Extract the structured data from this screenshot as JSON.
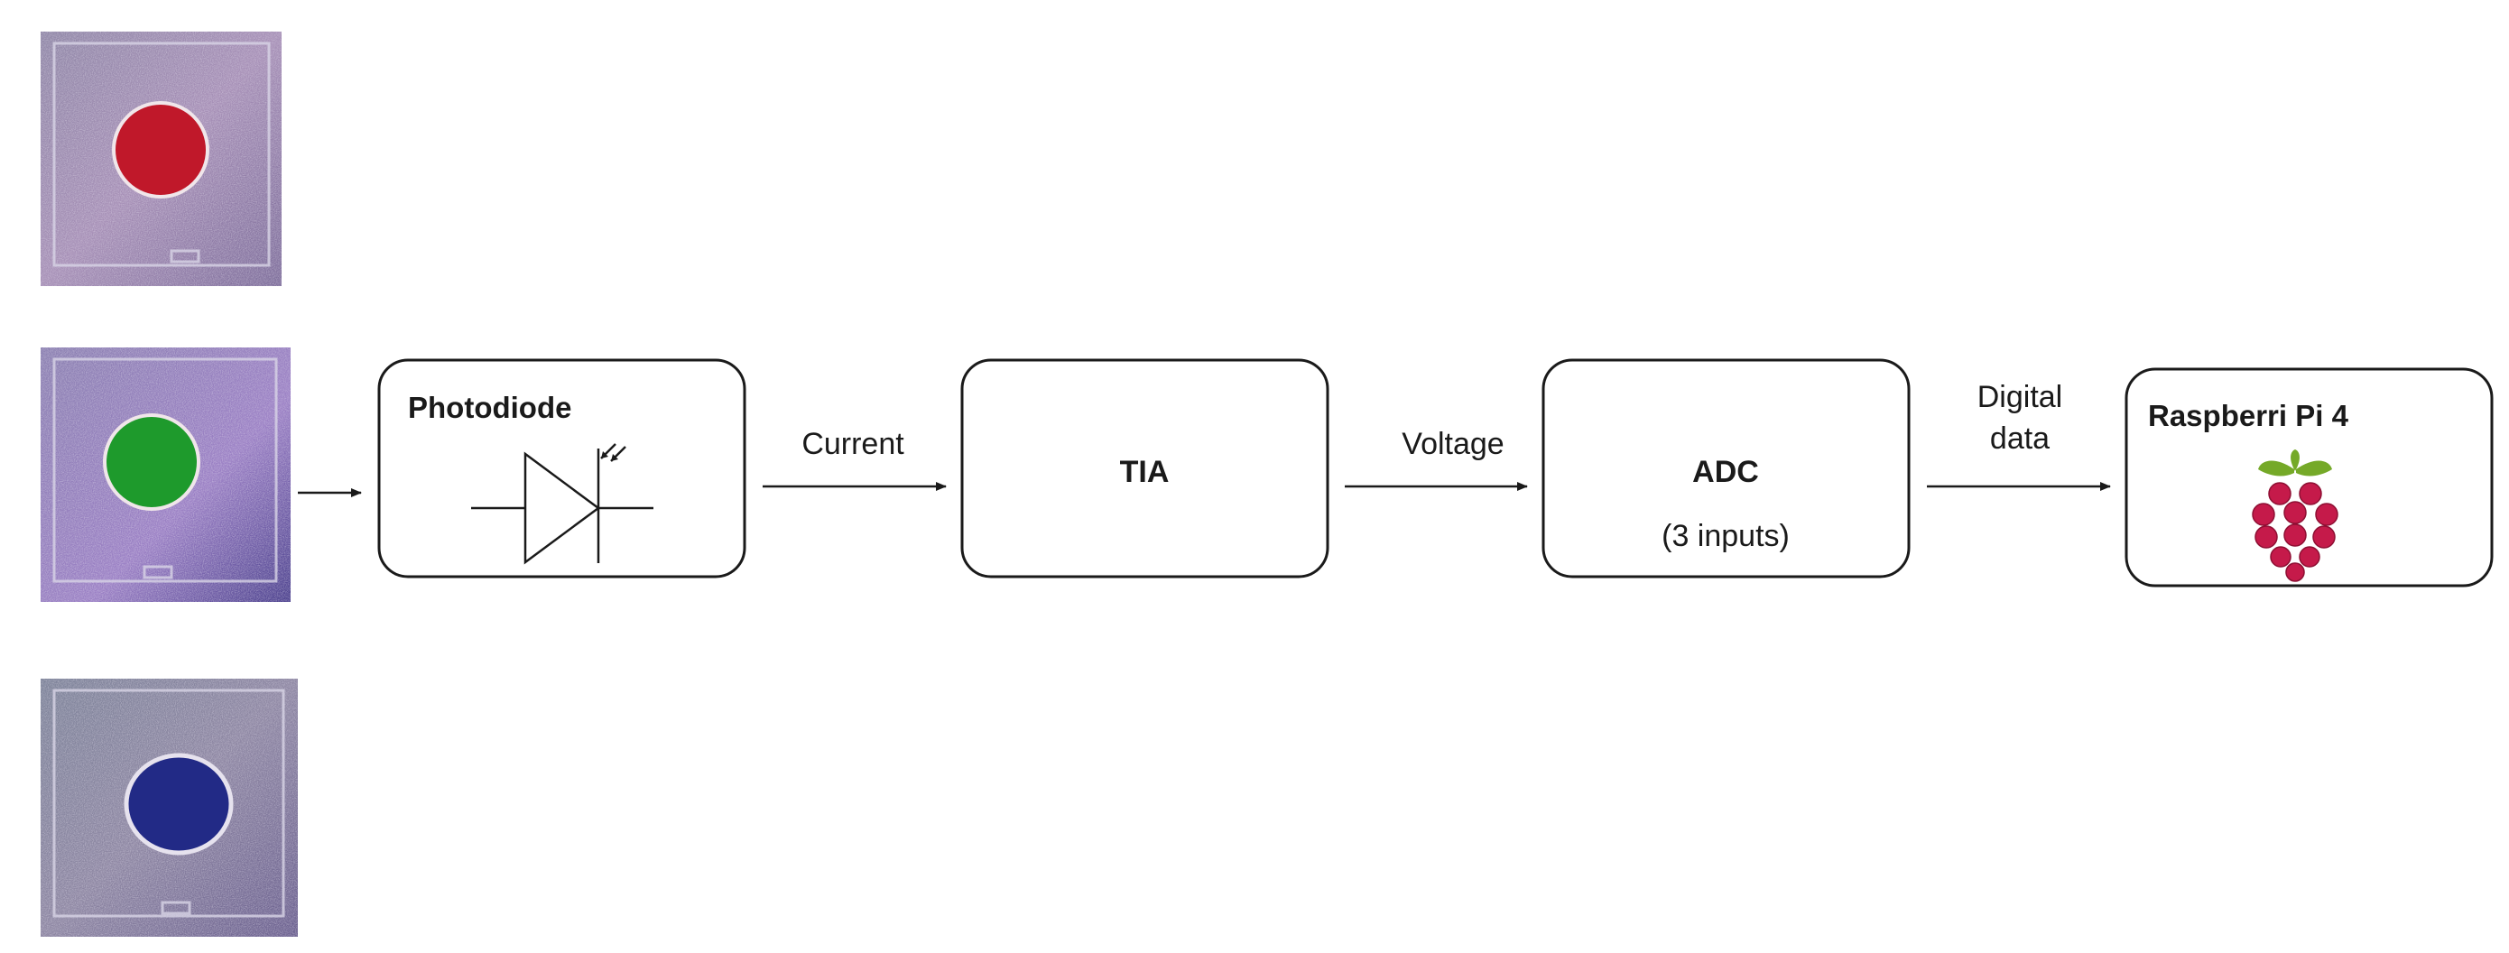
{
  "filters": [
    {
      "name": "red-filter",
      "color": "#c0182a"
    },
    {
      "name": "green-filter",
      "color": "#1e9a2c"
    },
    {
      "name": "blue-filter",
      "color": "#222a86"
    }
  ],
  "blocks": {
    "photodiode": {
      "title": "Photodiode"
    },
    "tia": {
      "title": "TIA"
    },
    "adc": {
      "title": "ADC",
      "subtitle": "(3 inputs)"
    },
    "raspberry": {
      "title": "Raspberri Pi 4"
    }
  },
  "signals": {
    "current": "Current",
    "voltage": "Voltage",
    "digital_line1": "Digital",
    "digital_line2": "data"
  },
  "colors": {
    "raspberry_berry": "#c51a4a",
    "raspberry_leaf": "#75a928"
  }
}
